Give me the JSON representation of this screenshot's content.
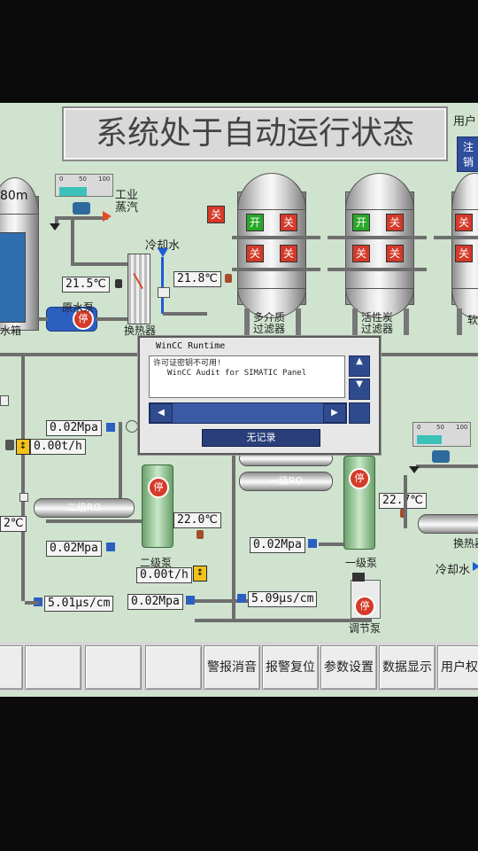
{
  "header": {
    "title": "系统处于自动运行状态",
    "user_label": "用户",
    "logout_label": "注销"
  },
  "labels": {
    "industrial_steam": "工业\n蒸汽",
    "cooling_water": "冷却水",
    "heat_exchanger": "换热器",
    "raw_water_pump": "原水泵",
    "water_tank": "水箱",
    "tank_level": "80m",
    "multimedia_filter": "多介质\n过滤器",
    "carbon_filter": "活性炭\n过滤器",
    "softener": "软",
    "secondary_pump": "二级泵",
    "primary_pump": "一级泵",
    "regulating_pump": "调节泵",
    "heat_exchanger_right": "换热器",
    "cooling_water_right": "冷却水",
    "secondary_ro": "二级RO",
    "primary_ro": "一级RO"
  },
  "valves": {
    "open": "开",
    "closed": "关",
    "pump_stop": "停"
  },
  "readouts": {
    "temp_steam": "21.5℃",
    "temp_cooling": "21.8℃",
    "pressure_left": "0.02Mpa",
    "flow_left": "0.00t/h",
    "temp_left_edge": "2℃",
    "pressure_secondary": "0.02Mpa",
    "temp_secondary": "22.0℃",
    "flow_secondary": "0.00t/h",
    "pressure_secondary_out": "0.02Mpa",
    "conductivity_left": "5.01μs/cm",
    "conductivity_right": "5.09μs/cm",
    "pressure_primary": "0.02Mpa",
    "temp_primary": "22.7℃"
  },
  "gauges": {
    "scale": [
      "0",
      "50",
      "100"
    ],
    "steam_level": 0.55,
    "right_level": 0.5
  },
  "dialog": {
    "title": "WinCC Runtime",
    "message_line1": "许可证密钥不可用!",
    "message_line2": "WinCC Audit for SIMATIC Panel",
    "record_button": "无记录"
  },
  "nav": {
    "alarm_mute": "警报消音",
    "alarm_reset": "报警复位",
    "params": "参数设置",
    "data_display": "数据显示",
    "user_rights": "用户权"
  }
}
